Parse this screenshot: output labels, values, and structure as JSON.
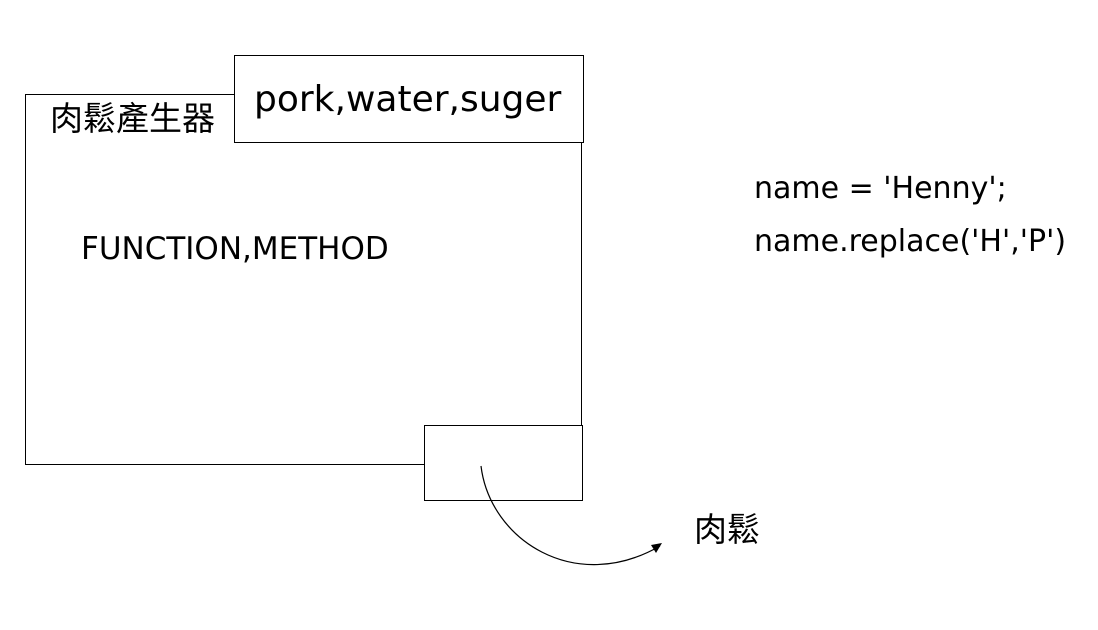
{
  "machine": {
    "title": "肉鬆產生器",
    "body_text": "FUNCTION,METHOD"
  },
  "input": {
    "text": "pork,water,suger"
  },
  "output": {
    "label": "肉鬆"
  },
  "code": {
    "line1": "name = 'Henny';",
    "line2": "name.replace('H','P')"
  }
}
